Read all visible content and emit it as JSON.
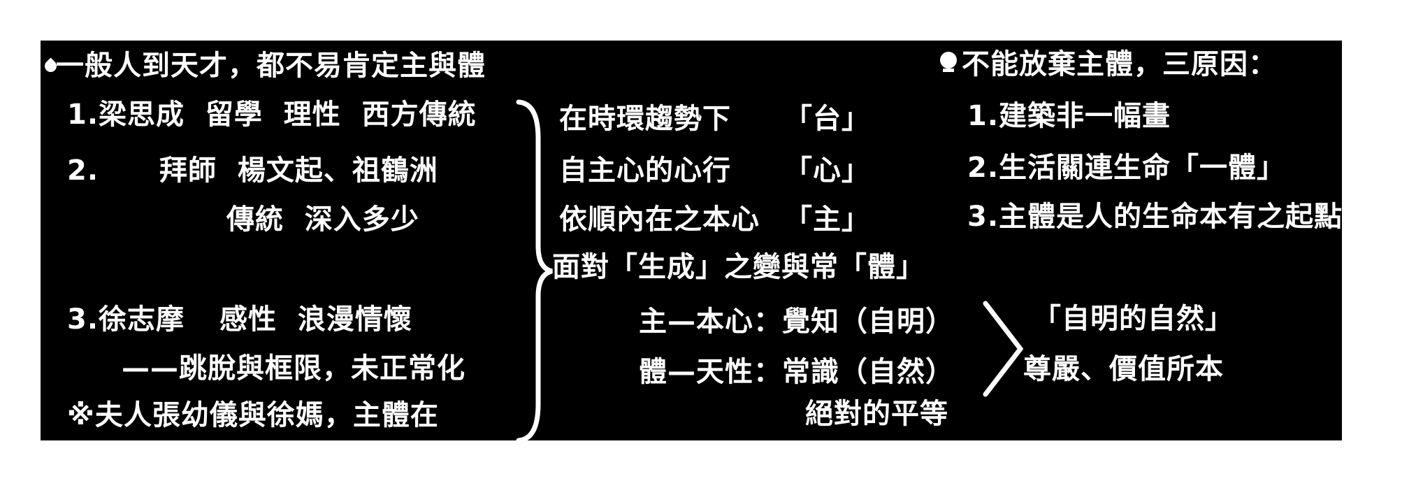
{
  "colors": {
    "page_bg": "#ffffff",
    "board_bg": "#000000",
    "text": "#ffffff"
  },
  "left_section": {
    "title": "一般人到天才，都不易肯定主與體",
    "item1": "1.梁思成  留學  理性  西方傳統",
    "item2_num": "2.",
    "item2_text": "拜師  楊文起、祖鶴洲",
    "item2_cont": "傳統  深入多少",
    "item3_num": "3.徐志摩",
    "item3_text": "感性  浪漫情懷",
    "item3_cont": "——跳脫與框限，未正常化",
    "note": "※夫人張幼儀與徐媽，主體在"
  },
  "middle_section": {
    "rows": [
      {
        "label": "在時環趨勢下",
        "term": "「台」"
      },
      {
        "label": "自主心的心行",
        "term": "「心」"
      },
      {
        "label": "依順內在之本心",
        "term": "「主」"
      }
    ],
    "line4": "面對「生成」之變與常「體」",
    "pair1": "主—本心：覺知（自明）",
    "pair2": "體—天性：常識（自然）",
    "equality": "絕對的平等"
  },
  "right_section": {
    "title": "不能放棄主體，三原因：",
    "item1": "1.建築非一幅畫",
    "item2": "2.生活關連生命「一體」",
    "item3": "3.主體是人的生命本有之起點",
    "conclusion1": "「自明的自然」",
    "conclusion2": "尊嚴、價值所本"
  },
  "icons": {
    "left_bullet": "drop-bullet",
    "right_bullet": "ball-bullet"
  }
}
